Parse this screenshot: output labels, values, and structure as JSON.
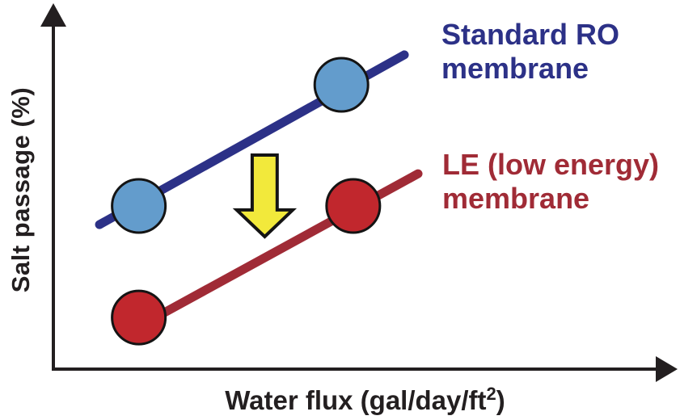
{
  "figure": {
    "background": "#FFFFFF",
    "axis_color": "#231F20",
    "ylabel": "Salt passage (%)",
    "xlabel_prefix": "Water flux (gal/day/ft",
    "xlabel_sup": "2",
    "xlabel_suffix": ")"
  },
  "chart_data": {
    "type": "line",
    "title": "",
    "xlabel": "Water flux (gal/day/ft^2)",
    "ylabel": "Salt passage (%)",
    "axes_style": "arrow-tipped axes, no ticks, no gridlines, unitless conceptual plot",
    "grid": false,
    "x_range": [
      0,
      10
    ],
    "y_range": [
      0,
      10
    ],
    "series": [
      {
        "name": "Standard RO membrane",
        "label_lines": [
          "Standard RO",
          "membrane"
        ],
        "line_color": "#2C3187",
        "marker_color": "#639CCC",
        "text_color": "#2C3187",
        "line": [
          [
            0.74,
            3.95
          ],
          [
            5.63,
            8.59
          ]
        ],
        "points": [
          [
            1.37,
            4.46
          ],
          [
            4.62,
            7.77
          ]
        ]
      },
      {
        "name": "LE (low energy) membrane",
        "label_lines": [
          "LE (low energy)",
          "membrane"
        ],
        "line_color": "#A02B36",
        "marker_color": "#C1272D",
        "text_color": "#A02B36",
        "line": [
          [
            1.54,
            1.32
          ],
          [
            5.85,
            5.34
          ]
        ],
        "points": [
          [
            1.37,
            1.41
          ],
          [
            4.81,
            4.46
          ]
        ]
      }
    ],
    "annotation": {
      "type": "down-arrow",
      "direction": "down",
      "color": "#F2E93B",
      "outline": "#141414",
      "cx": 3.39,
      "top_y": 5.85,
      "tip_y": 3.62,
      "shaft_half_width": 0.2,
      "head_half_width": 0.45,
      "head_length": 0.73
    },
    "legend_position": "labels to the right of each line end"
  }
}
